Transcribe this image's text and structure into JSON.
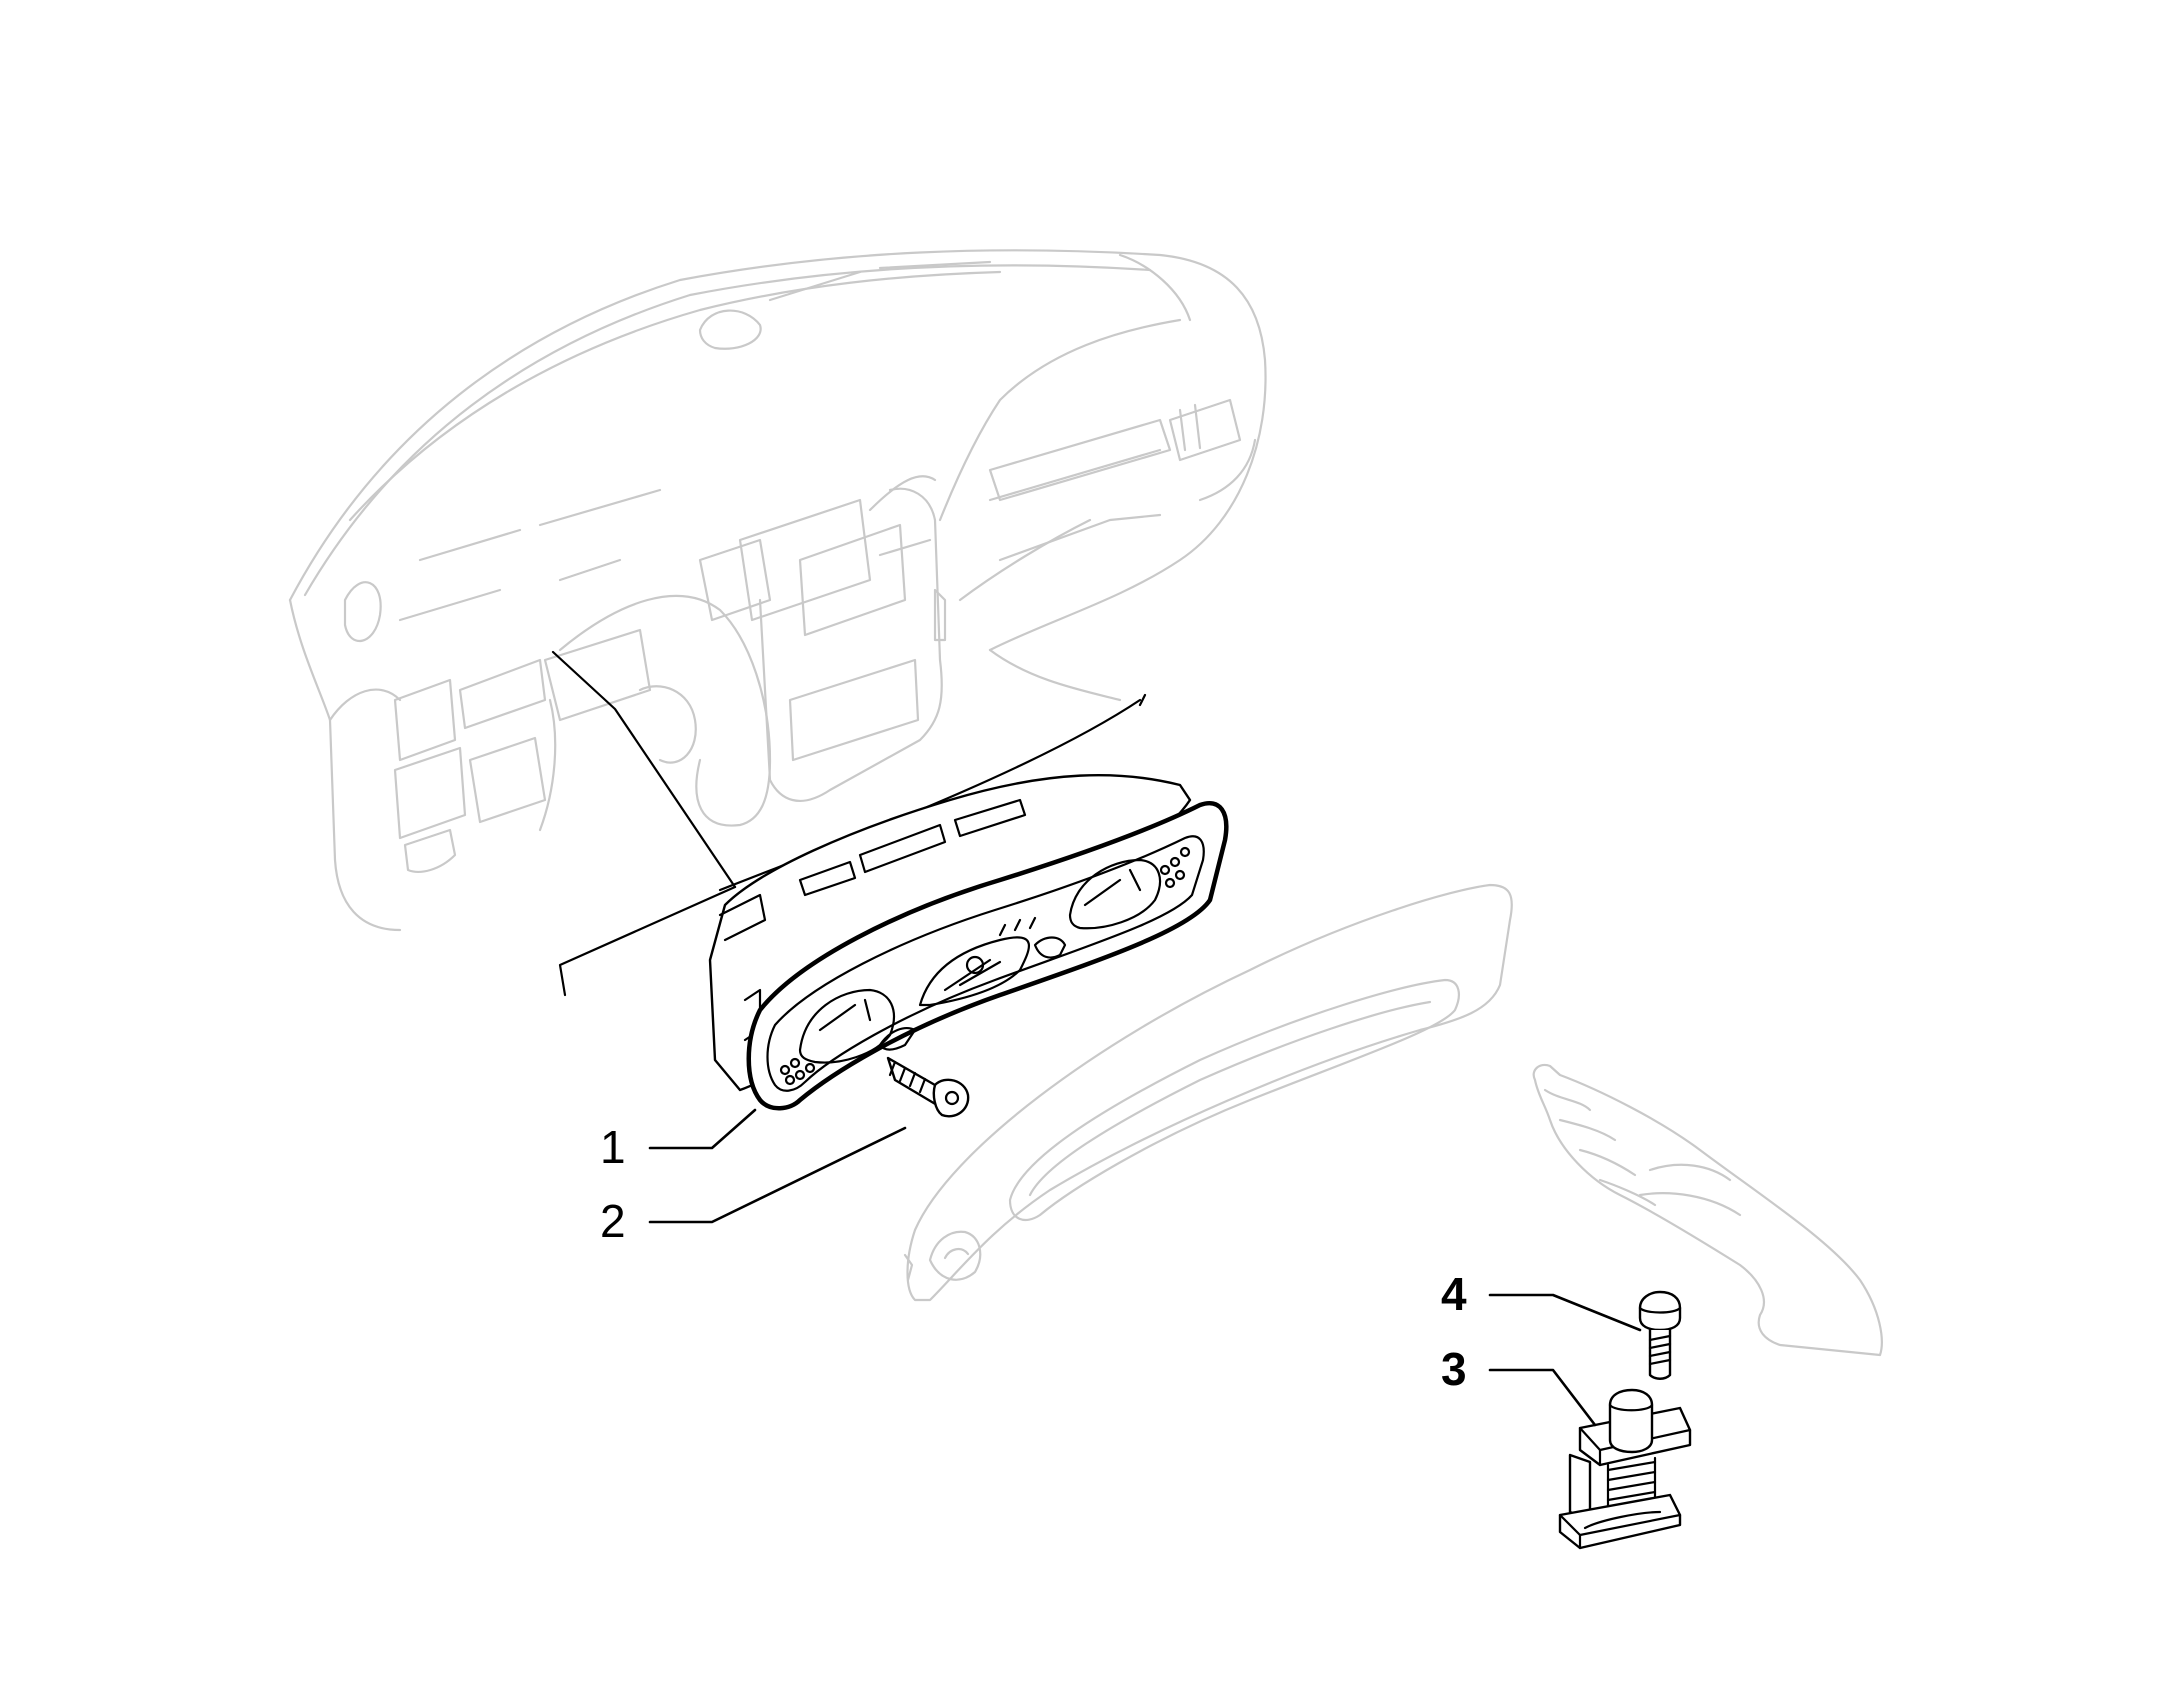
{
  "callouts": [
    {
      "id": "1",
      "label": "1"
    },
    {
      "id": "2",
      "label": "2"
    },
    {
      "id": "3",
      "label": "3"
    },
    {
      "id": "4",
      "label": "4"
    }
  ],
  "colors": {
    "background": "#ffffff",
    "part_stroke": "#000000",
    "context_stroke": "#c9c9c9"
  }
}
